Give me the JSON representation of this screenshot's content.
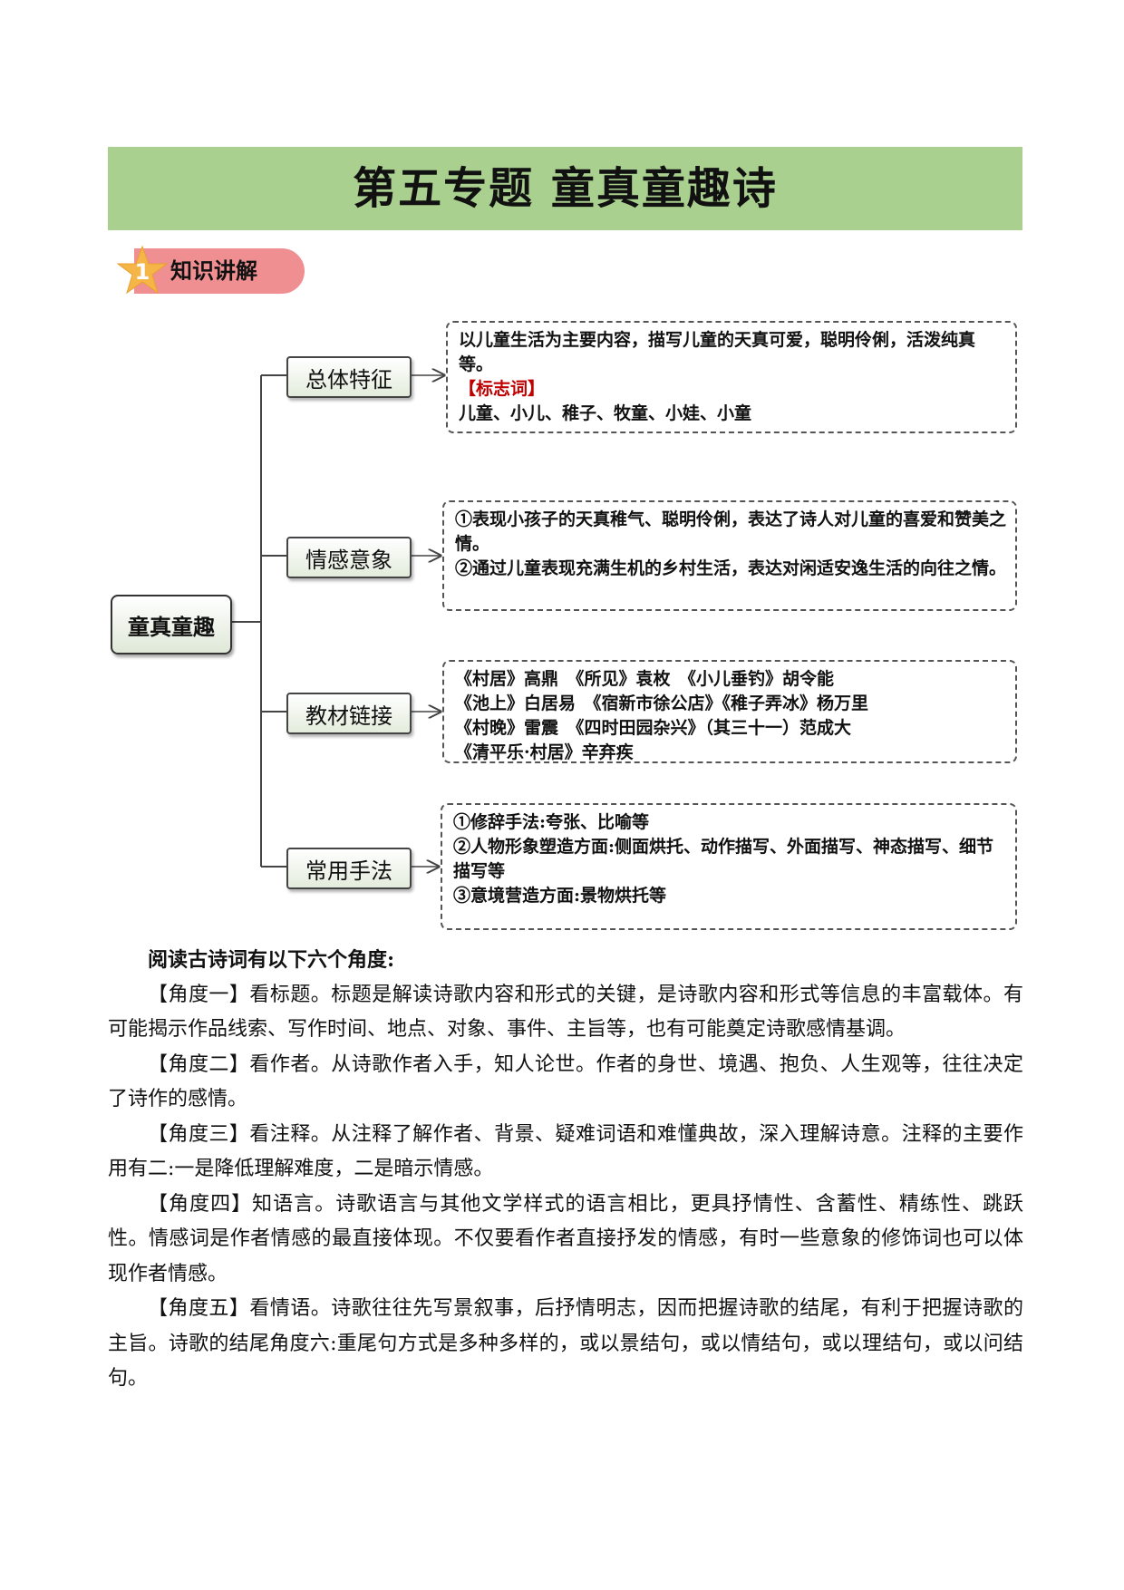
{
  "header": {
    "title": "第五专题  童真童趣诗",
    "section_number": "1",
    "section_label": "知识讲解",
    "title_bar_color": "#a9d08e",
    "badge_color": "#f08f92",
    "star_color": "#f6b547"
  },
  "mindmap": {
    "root": "童真童趣",
    "branches": [
      {
        "label": "总体特征",
        "lines": [
          "以儿童生活为主要内容，描写儿童的天真可爱，聪明伶俐，活泼纯真等。"
        ],
        "tag": "【标志词】",
        "tag_color": "#c00000",
        "extra": "儿童、小儿、稚子、牧童、小娃、小童"
      },
      {
        "label": "情感意象",
        "lines": [
          "①表现小孩子的天真稚气、聪明伶俐，表达了诗人对儿童的喜爱和赞美之情。",
          "②通过儿童表现充满生机的乡村生活，表达对闲适安逸生活的向往之情。"
        ]
      },
      {
        "label": "教材链接",
        "lines": [
          "《村居》高鼎　《所见》袁枚　《小儿垂钓》胡令能",
          "《池上》白居易　《宿新市徐公店》《稚子弄冰》杨万里",
          "《村晚》雷震　《四时田园杂兴》（其三十一）范成大",
          "《清平乐·村居》辛弃疾"
        ]
      },
      {
        "label": "常用手法",
        "lines": [
          "①修辞手法:夸张、比喻等",
          "②人物形象塑造方面:侧面烘托、动作描写、外面描写、神态描写、细节描写等",
          "③意境营造方面:景物烘托等"
        ]
      }
    ]
  },
  "body": {
    "lead": "阅读古诗词有以下六个角度:",
    "paragraphs": [
      "【角度一】看标题。标题是解读诗歌内容和形式的关键，是诗歌内容和形式等信息的丰富载体。有可能揭示作品线索、写作时间、地点、对象、事件、主旨等，也有可能奠定诗歌感情基调。",
      "【角度二】看作者。从诗歌作者入手，知人论世。作者的身世、境遇、抱负、人生观等，往往决定了诗作的感情。",
      "【角度三】看注释。从注释了解作者、背景、疑难词语和难懂典故，深入理解诗意。注释的主要作用有二:一是降低理解难度，二是暗示情感。",
      "【角度四】知语言。诗歌语言与其他文学样式的语言相比，更具抒情性、含蓄性、精练性、跳跃性。情感词是作者情感的最直接体现。不仅要看作者直接抒发的情感，有时一些意象的修饰词也可以体现作者情感。",
      "【角度五】看情语。诗歌往往先写景叙事，后抒情明志，因而把握诗歌的结尾，有利于把握诗歌的主旨。诗歌的结尾角度六:重尾句方式是多种多样的，或以景结句，或以情结句，或以理结句，或以问结句。"
    ]
  }
}
